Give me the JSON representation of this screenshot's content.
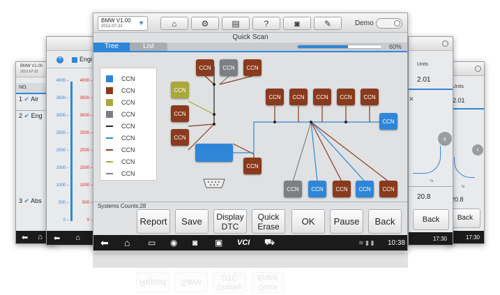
{
  "colors": {
    "brown": "#8a3b1d",
    "gray": "#7d7f82",
    "olive": "#a9a93a",
    "blue": "#2f86d8",
    "progress": "#2f86d8",
    "navbar": "#1b1b1b"
  },
  "farleft": {
    "title": "BMW V1.00",
    "date": "2012-07-22",
    "col_no": "NO.",
    "rows": [
      {
        "no": "1",
        "label": "Air"
      },
      {
        "no": "2",
        "label": "Eng"
      },
      {
        "no": "3",
        "label": "Abs"
      }
    ]
  },
  "left": {
    "legend_label": "Engi",
    "axis_blue": [
      "4000",
      "3500",
      "3000",
      "2500",
      "2000",
      "1500",
      "1000",
      "500",
      "0"
    ],
    "axis_red": [
      "4000",
      "3500",
      "3000",
      "2500",
      "2000",
      "1500",
      "1000",
      "500",
      "0"
    ]
  },
  "right": {
    "units_header": "Units",
    "value_top": "2.01",
    "value_bottom": "20.8",
    "tick": "7s",
    "back_label": "Back",
    "time": "17:30"
  },
  "farright": {
    "units_header": "Units",
    "value_top": "2.01",
    "value_bottom": "20.8",
    "tick": "7s",
    "back_label": "Back",
    "time": "17:30"
  },
  "main": {
    "app_title": "BMW V1.00",
    "app_date": "2012-07-22",
    "demo_label": "Demo",
    "screen_title": "Quick Scan",
    "tabs": [
      {
        "label": "Tree"
      },
      {
        "label": "List"
      }
    ],
    "progress_percent": 60,
    "progress_text": "60%",
    "systems_count": "Systems Counts:28",
    "legend": [
      {
        "label": "CCN",
        "kind": "swatch",
        "color": "#2f86d8"
      },
      {
        "label": "CCN",
        "kind": "swatch",
        "color": "#8a3b1d"
      },
      {
        "label": "CCN",
        "kind": "swatch",
        "color": "#a9a93a"
      },
      {
        "label": "CCN",
        "kind": "swatch",
        "color": "#7d7f82"
      },
      {
        "label": "CCN",
        "kind": "line",
        "color": "#222222"
      },
      {
        "label": "CCN",
        "kind": "line",
        "color": "#2f86d8"
      },
      {
        "label": "CCN",
        "kind": "line",
        "color": "#8a3b1d"
      },
      {
        "label": "CCN",
        "kind": "line",
        "color": "#a9a93a"
      },
      {
        "label": "CCN",
        "kind": "line",
        "color": "#7d7f82"
      }
    ],
    "node_label": "CCN",
    "buttons": {
      "report": "Report",
      "save": "Save",
      "display_dtc": "Display DTC",
      "quick_erase": "Quick Erase",
      "ok": "OK",
      "pause": "Pause",
      "back": "Back"
    },
    "nav": {
      "vci": "VCI",
      "time": "10:38"
    }
  }
}
